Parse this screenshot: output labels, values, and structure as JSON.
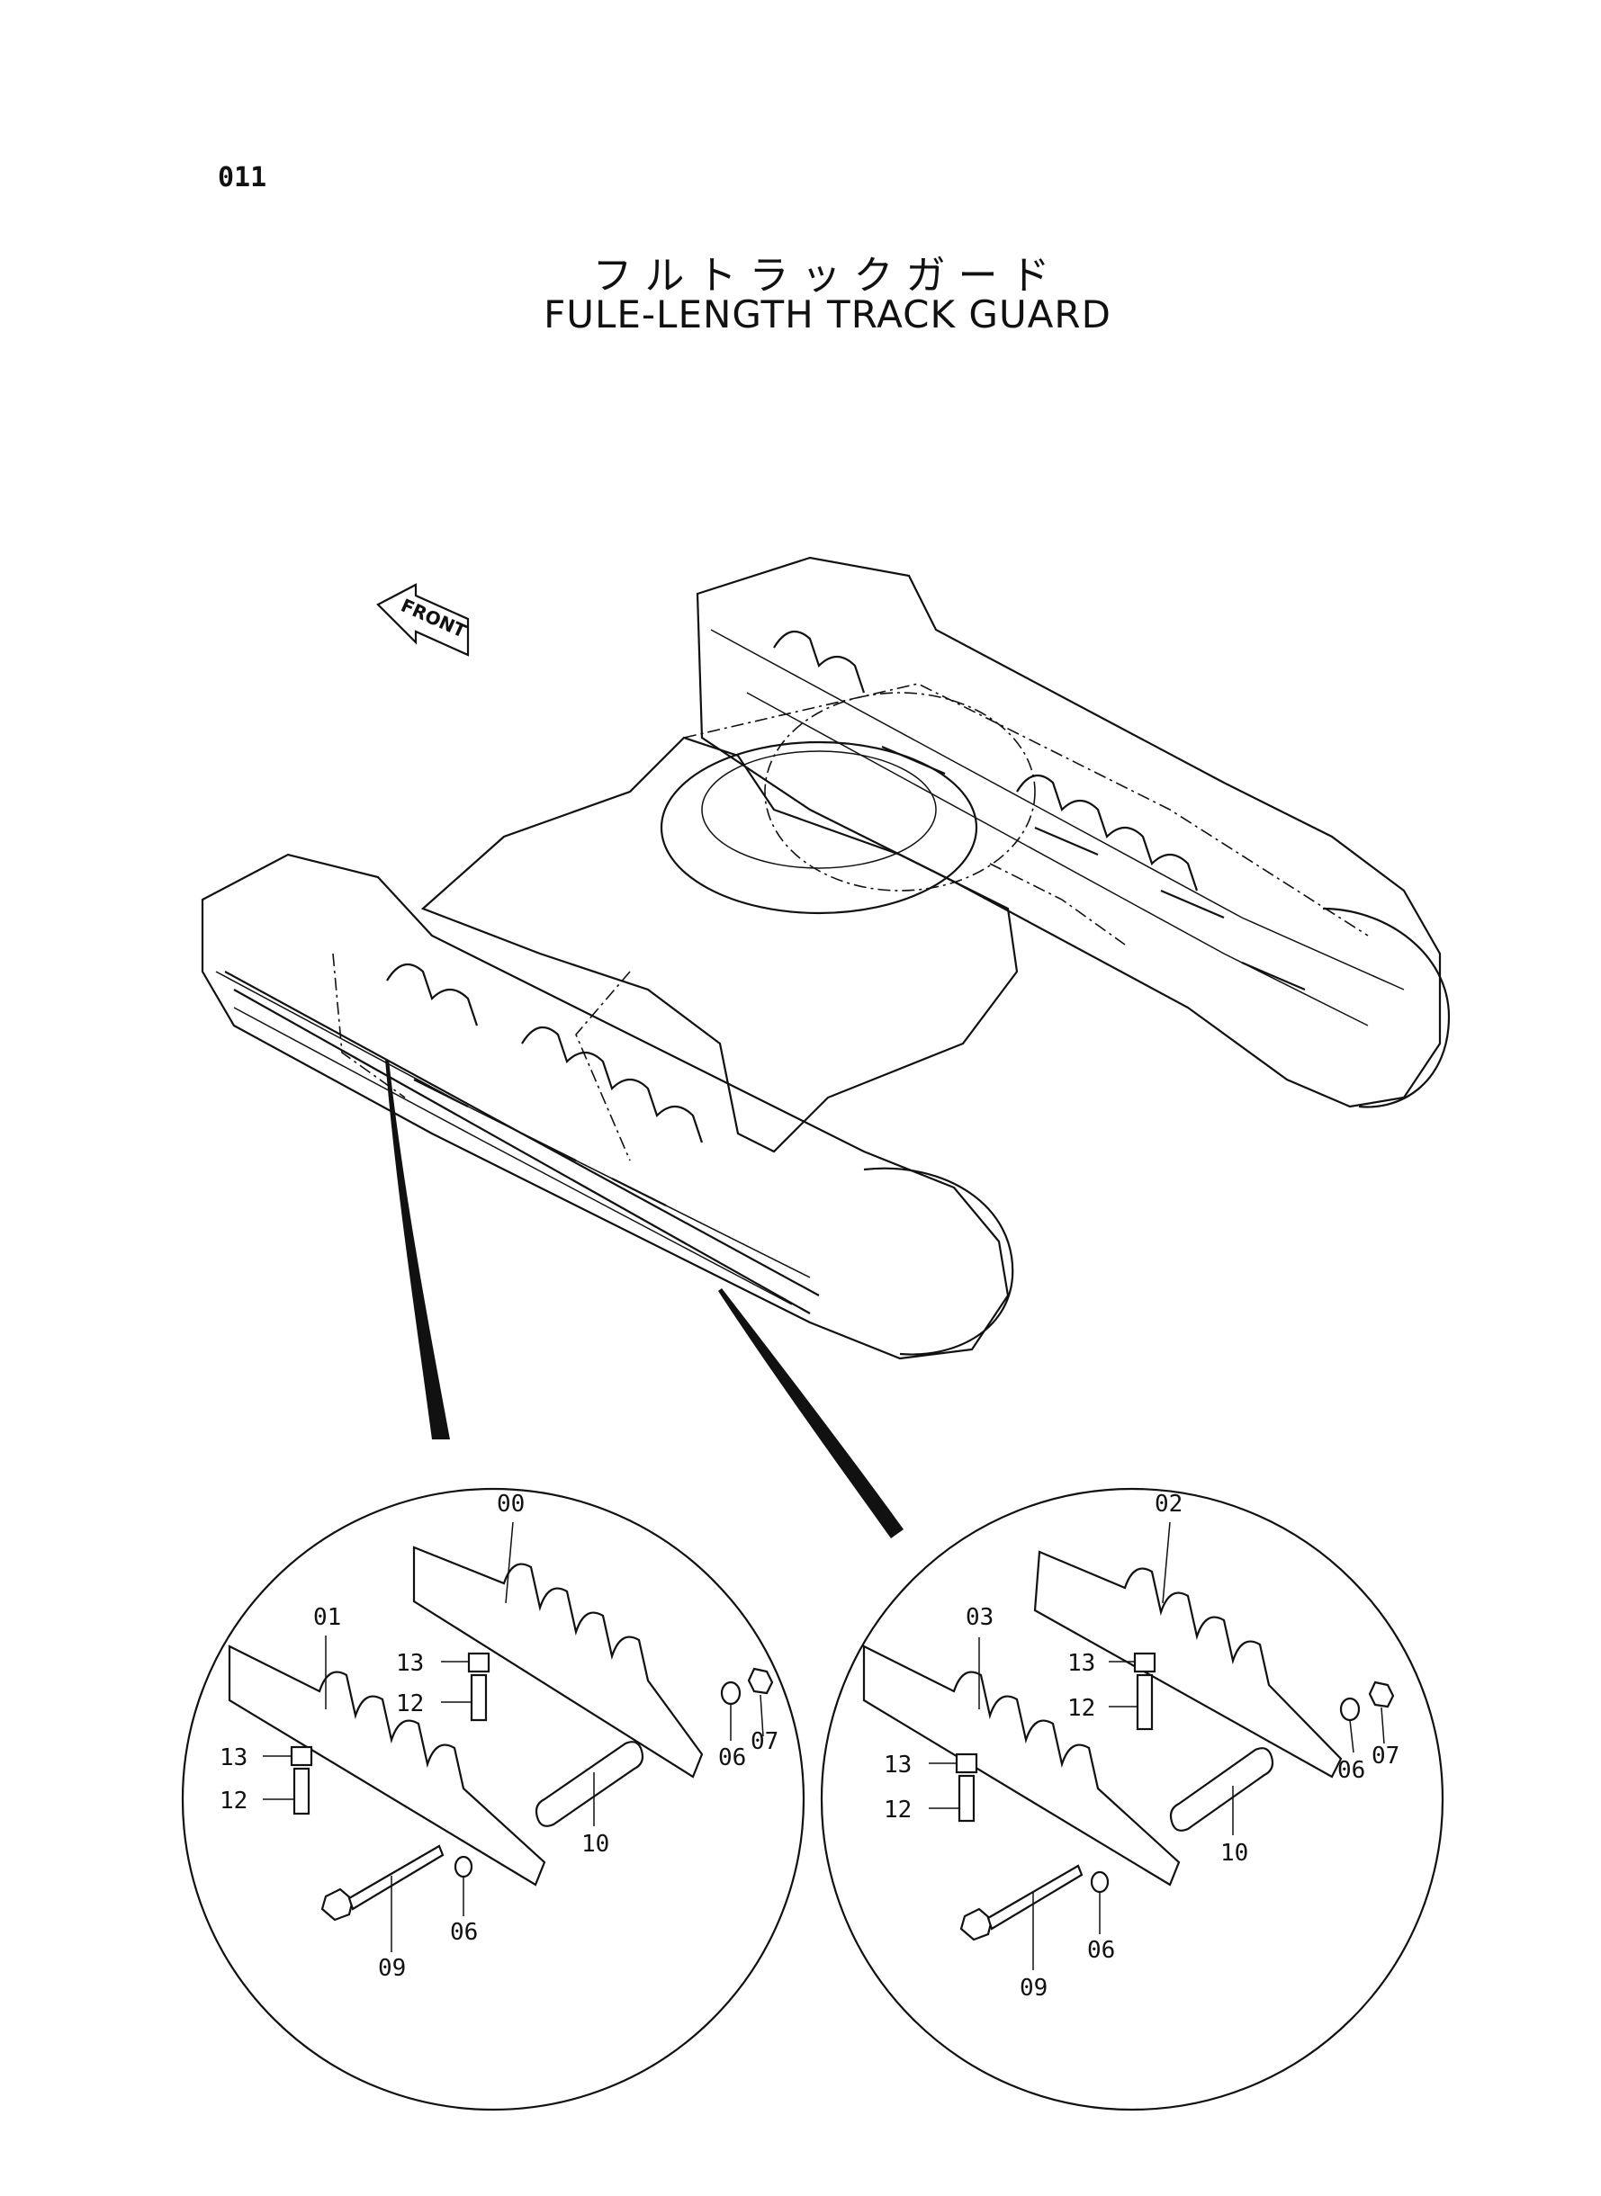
{
  "page_code": "011",
  "title_jp": "フルトラックガード",
  "title_en": "FULE-LENGTH TRACK GUARD",
  "front_arrow_label": "FRONT",
  "left_detail": {
    "labels": [
      "00",
      "01",
      "13",
      "12",
      "13",
      "12",
      "06",
      "07",
      "10",
      "06",
      "09"
    ]
  },
  "right_detail": {
    "labels": [
      "02",
      "03",
      "13",
      "12",
      "13",
      "12",
      "06",
      "07",
      "10",
      "06",
      "09"
    ]
  }
}
